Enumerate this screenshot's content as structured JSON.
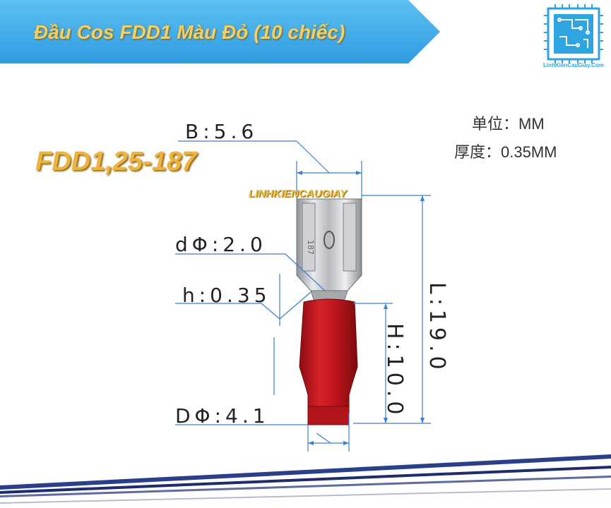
{
  "header": {
    "title": "Đầu Cos FDD1 Màu Đỏ (10 chiếc)",
    "banner_color": "#3ba7e6"
  },
  "logo": {
    "caption": "LinhKienCauGiay.Com",
    "icon": "circuit-chip-icon",
    "color": "#2ea5e0"
  },
  "product": {
    "model": "FDD1,25-187",
    "watermark": "LINHKIENCAUGIAY",
    "insulation_color": "#c8161c"
  },
  "specs": {
    "unit": "单位：MM",
    "thickness": "厚度：0.35MM"
  },
  "dimensions": {
    "B": "B:5.6",
    "d": "dΦ:2.0",
    "h": "h:0.35",
    "D": "DΦ:4.1",
    "L": "L:19.0",
    "H": "H:10.0"
  }
}
